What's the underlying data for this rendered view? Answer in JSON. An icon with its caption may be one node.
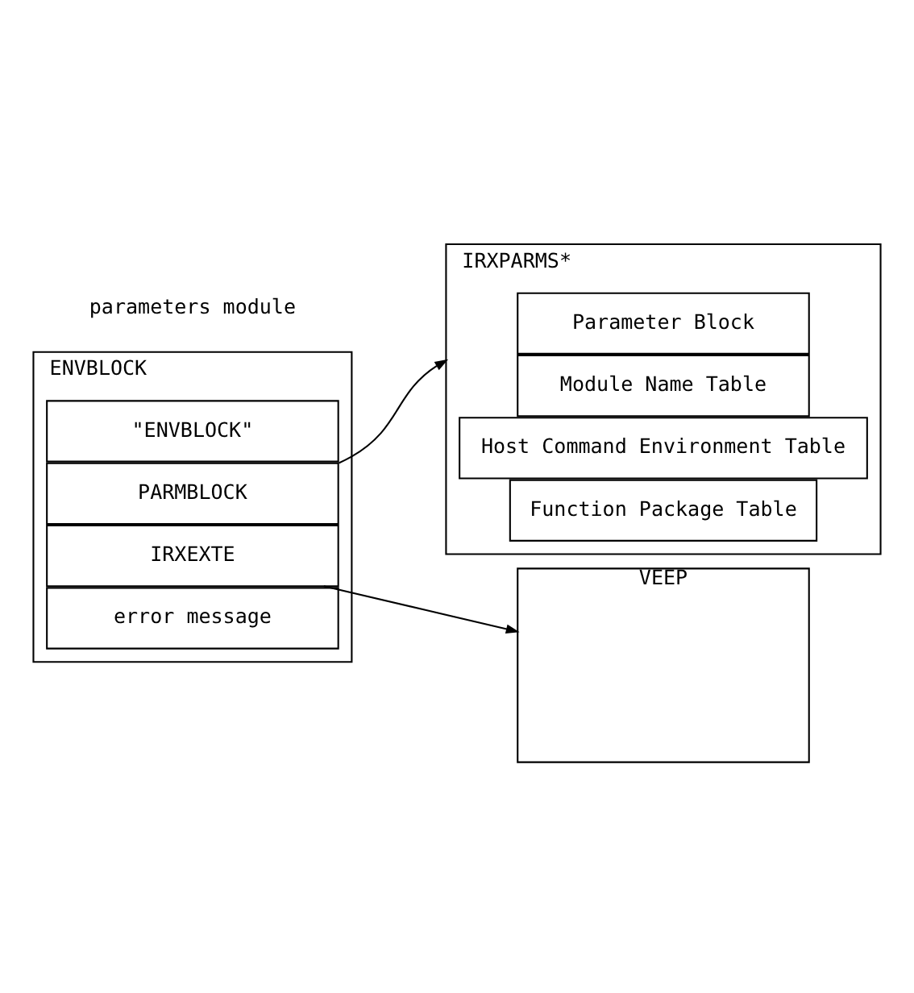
{
  "diagram": {
    "nodes": [
      {
        "text": [
          "ENVBLOCK"
        ]
      },
      {
        "text": [
          "\"ENVBLOCK\""
        ],
        "in": 0
      },
      {
        "text": [
          "PARMBLOCK"
        ],
        "in": 0
      },
      {
        "text": [
          "IRXEXTE"
        ],
        "in": 0
      },
      {
        "text": [
          "error message"
        ],
        "in": 0
      },
      {
        "text": [
          "VEEP"
        ]
      },
      {
        "text": [
          "IRXPARMS*"
        ]
      },
      {
        "text": [
          "Parameter Block"
        ],
        "in": 6
      },
      {
        "text": [
          "Module Name Table"
        ],
        "in": 6
      },
      {
        "text": [
          "Host Command Environment Table"
        ],
        "in": 6
      },
      {
        "text": [
          "Function Package Table"
        ],
        "in": 6
      }
    ],
    "edges": [
      {
        "from": 2,
        "to": 6,
        "arrow": "to"
      },
      {
        "from": 3,
        "to": 5,
        "arrow": "to"
      }
    ],
    "labels": [
      "parameters module"
    ]
  }
}
